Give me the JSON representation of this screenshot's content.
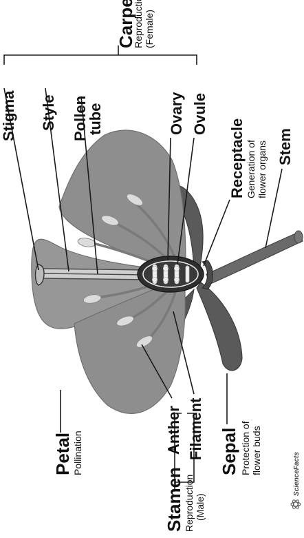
{
  "labels": {
    "carpel": "Carpel",
    "carpel_desc_1": "Reproduction",
    "carpel_desc_2": "(Female)",
    "stigma": "Stigma",
    "style": "Style",
    "pollen_tube_1": "Pollen",
    "pollen_tube_2": "tube",
    "ovary": "Ovary",
    "ovule": "Ovule",
    "receptacle": "Receptacle",
    "receptacle_desc_1": "Generation of",
    "receptacle_desc_2": "flower organs",
    "stem": "Stem",
    "petal": "Petal",
    "petal_desc": "Pollination",
    "anther": "Anther",
    "filament": "Filament",
    "stamen": "Stamen",
    "stamen_desc_1": "Reproduction",
    "stamen_desc_2": "(Male)",
    "sepal": "Sepal",
    "sepal_desc_1": "Protection of",
    "sepal_desc_2": "flower buds"
  },
  "credit": "ScienceFacts",
  "colors": {
    "petal": "#8e8e8e",
    "petal_edge": "#6f6f6f",
    "sepal": "#5a5a5a",
    "ovary_fill": "#2f2f2f",
    "anther": "#dcdcdc",
    "text": "#111111"
  }
}
